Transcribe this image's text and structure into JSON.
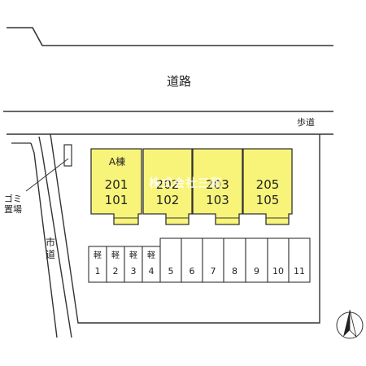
{
  "labels": {
    "road": "道路",
    "sidewalk": "歩道",
    "city_road": "市道",
    "garbage": "ゴミ置場",
    "building": "A棟"
  },
  "watermark": "株式会社三和",
  "units": [
    {
      "top": "201",
      "bottom": "101"
    },
    {
      "top": "202",
      "bottom": "102"
    },
    {
      "top": "203",
      "bottom": "103"
    },
    {
      "top": "205",
      "bottom": "105"
    }
  ],
  "parking": [
    {
      "kind": "軽",
      "num": "1"
    },
    {
      "kind": "軽",
      "num": "2"
    },
    {
      "kind": "軽",
      "num": "3"
    },
    {
      "kind": "軽",
      "num": "4"
    },
    {
      "kind": "",
      "num": "5"
    },
    {
      "kind": "",
      "num": "6"
    },
    {
      "kind": "",
      "num": "7"
    },
    {
      "kind": "",
      "num": "8"
    },
    {
      "kind": "",
      "num": "9"
    },
    {
      "kind": "",
      "num": "10"
    },
    {
      "kind": "",
      "num": "11"
    }
  ],
  "colors": {
    "building_fill": "#f8f47a",
    "line": "#333333"
  },
  "icons": {
    "north": "north-arrow-icon"
  }
}
